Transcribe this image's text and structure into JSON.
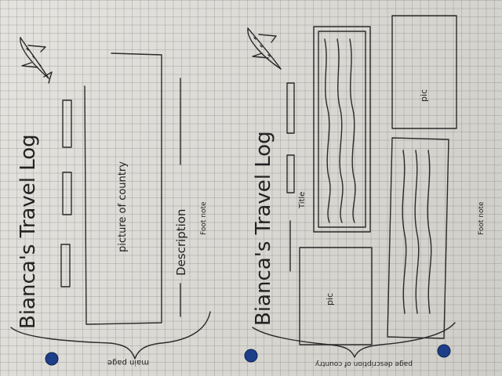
{
  "main_page": {
    "logo_title": "Bianca's Travel Log",
    "picture_label": "picture of country",
    "description_label": "Description",
    "footnote_label": "Foot note",
    "caption": "main page"
  },
  "country_page": {
    "logo_title": "Bianca's Travel Log",
    "title_label": "Title",
    "pic_label_top": "pic",
    "pic_label_bottom": "pic",
    "footnote_label": "Foot note",
    "caption": "page description of country"
  },
  "colors": {
    "paper": "#dcdad4",
    "ink": "#2a2a2a",
    "pin": "#1d3f8a"
  }
}
